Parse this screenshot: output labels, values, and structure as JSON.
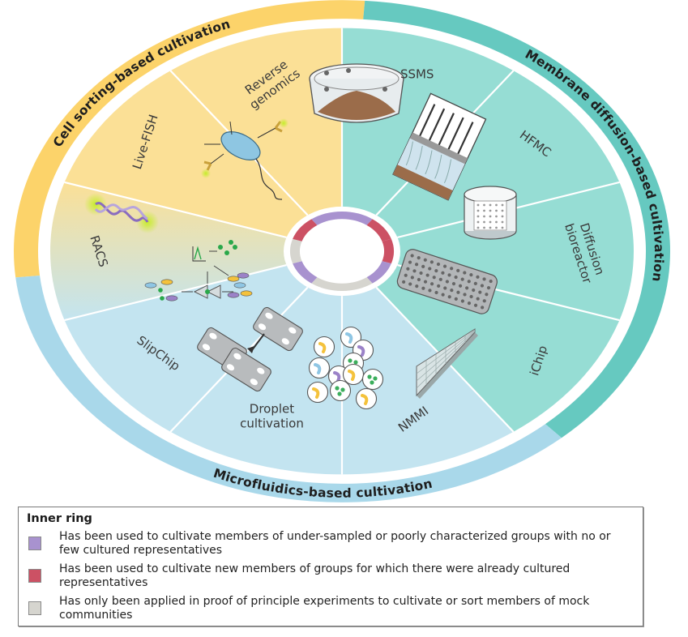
{
  "outer_ring": [
    {
      "id": "cell-sorting",
      "label": "Cell sorting-based cultivation",
      "color": "#fcd36a",
      "start_deg": 174,
      "end_deg": 274
    },
    {
      "id": "membrane-diffusion",
      "label": "Membrane diffusion-based cultivation",
      "color": "#66c9c0",
      "start_deg": 274,
      "end_deg": 408
    },
    {
      "id": "microfluidics",
      "label": "Microfluidics-based cultivation",
      "color": "#a9d8ea",
      "start_deg": 48,
      "end_deg": 174
    }
  ],
  "wedges": [
    {
      "id": "ssms",
      "label": "SSMS",
      "group": "membrane-diffusion",
      "color": "#96ddd4",
      "icon": "soil-dish-icon"
    },
    {
      "id": "hfmc",
      "label": "HFMC",
      "group": "membrane-diffusion",
      "color": "#96ddd4",
      "icon": "hollow-fiber-chamber-icon"
    },
    {
      "id": "diffusion-bioreactor",
      "label": "Diffusion bioreactor",
      "lines": [
        "Diffusion",
        "bioreactor"
      ],
      "group": "membrane-diffusion",
      "color": "#96ddd4",
      "icon": "bioreactor-cylinder-icon"
    },
    {
      "id": "ichip",
      "label": "iChip",
      "group": "membrane-diffusion",
      "color": "#96ddd4",
      "icon": "ichip-plate-icon"
    },
    {
      "id": "nmmi",
      "label": "NMMI",
      "group": "microfluidics",
      "color": "#c3e4f0",
      "icon": "membrane-grid-icon"
    },
    {
      "id": "droplet",
      "label": "Droplet cultivation",
      "lines": [
        "Droplet",
        "cultivation"
      ],
      "group": "microfluidics",
      "color": "#c3e4f0",
      "icon": "droplets-icon"
    },
    {
      "id": "slipchip",
      "label": "SlipChip",
      "group": "microfluidics",
      "color": "#c3e4f0",
      "icon": "slipchip-plates-icon"
    },
    {
      "id": "racs",
      "label": "RACS",
      "group": "cell-sorting",
      "color": "#fbe096",
      "icon": "raman-sorting-icon"
    },
    {
      "id": "live-fish",
      "label": "Live-FISH",
      "group": "cell-sorting",
      "color": "#fbe096",
      "icon": "dna-probe-icon"
    },
    {
      "id": "reverse-genomics",
      "label": "Reverse genomics",
      "lines": [
        "Reverse",
        "genomics"
      ],
      "group": "cell-sorting",
      "color": "#fbe096",
      "icon": "antibody-bacterium-icon"
    }
  ],
  "inner_ring": [
    {
      "wedge": "ssms",
      "status": "under-sampled"
    },
    {
      "wedge": "hfmc",
      "status": "new-members"
    },
    {
      "wedge": "diffusion-bioreactor",
      "status": "new-members"
    },
    {
      "wedge": "ichip",
      "status": "under-sampled"
    },
    {
      "wedge": "nmmi",
      "status": "proof-of-principle"
    },
    {
      "wedge": "droplet",
      "status": "proof-of-principle"
    },
    {
      "wedge": "slipchip",
      "status": "under-sampled"
    },
    {
      "wedge": "racs",
      "status": "proof-of-principle"
    },
    {
      "wedge": "live-fish",
      "status": "new-members"
    },
    {
      "wedge": "reverse-genomics",
      "status": "under-sampled"
    }
  ],
  "legend": {
    "title": "Inner ring",
    "items": [
      {
        "status": "under-sampled",
        "color": "#a892cf",
        "text": "Has been used to cultivate members of under-sampled or poorly characterized groups with no or few cultured representatives"
      },
      {
        "status": "new-members",
        "color": "#cc5164",
        "text": "Has been used to cultivate new members of groups for which there were already cultured representatives"
      },
      {
        "status": "proof-of-principle",
        "color": "#d6d5cf",
        "text": "Has only been applied in proof of principle experiments to cultivate or sort members of mock communities"
      }
    ]
  }
}
